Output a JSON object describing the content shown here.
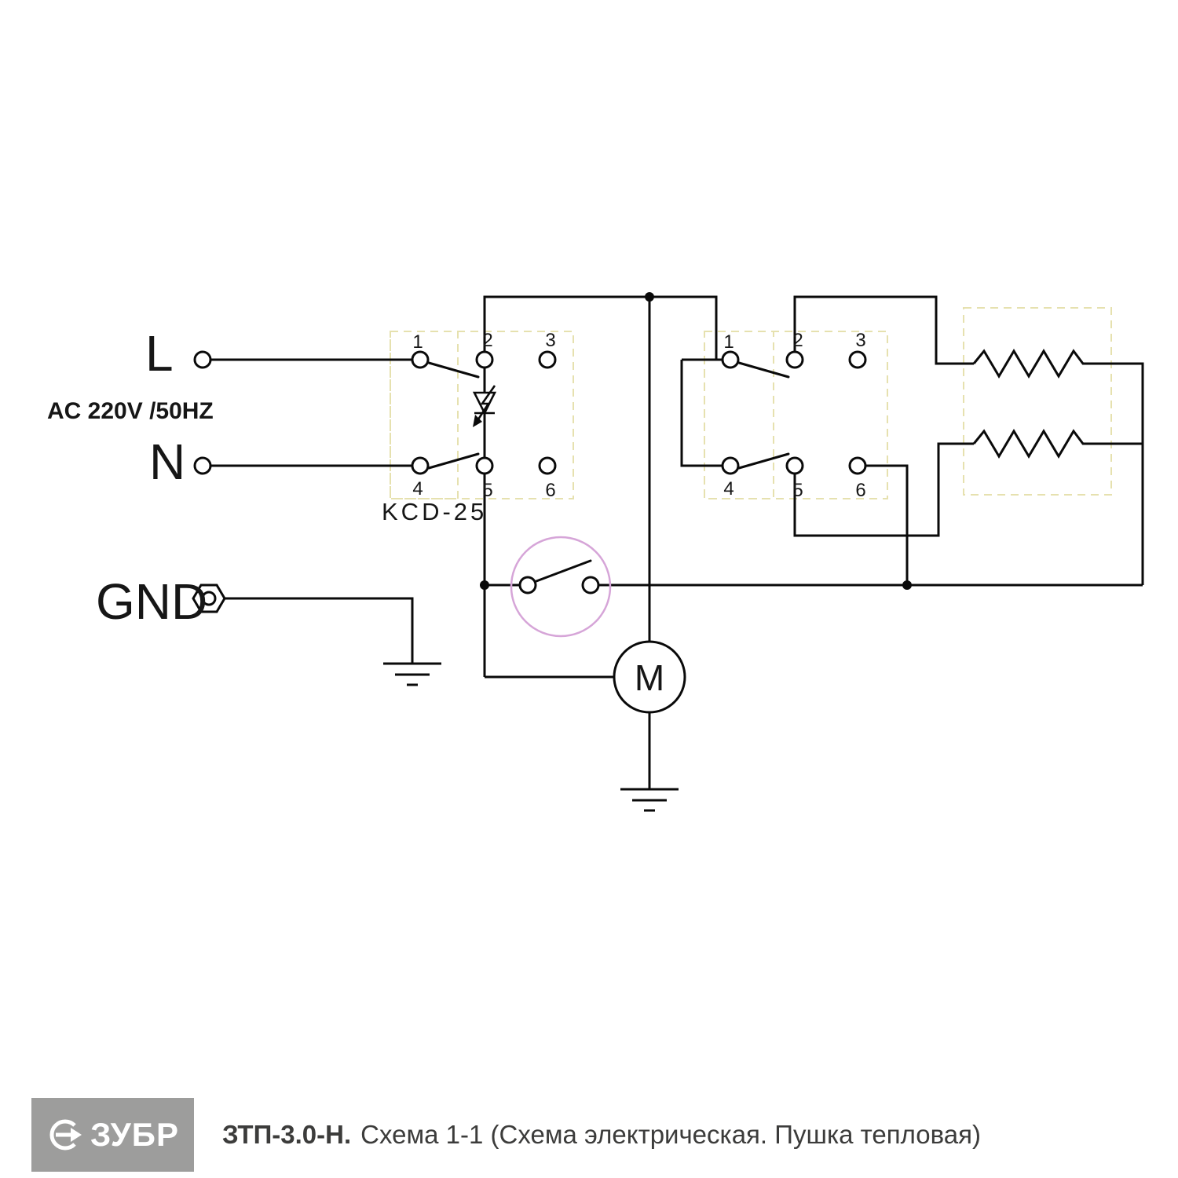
{
  "schematic": {
    "labels": {
      "line": "L",
      "neutral": "N",
      "supply": "AC 220V /50HZ",
      "ground": "GND",
      "switch_model": "KCD-25",
      "motor": "M"
    },
    "main_switch_terminals": [
      "1",
      "2",
      "3",
      "4",
      "5",
      "6"
    ],
    "selector_switch_terminals": [
      "1",
      "2",
      "3",
      "4",
      "5",
      "6"
    ],
    "colors": {
      "wire": "#0a0a0a",
      "dashed_box": "#e6e1af",
      "thermal_ring": "#d6a5d8"
    }
  },
  "footer": {
    "brand": "ЗУБР",
    "model": "ЗТП-3.0-Н.",
    "subtitle": "Схема 1-1 (Схема электрическая. Пушка тепловая)",
    "bar_color": "#9d9d9c"
  }
}
